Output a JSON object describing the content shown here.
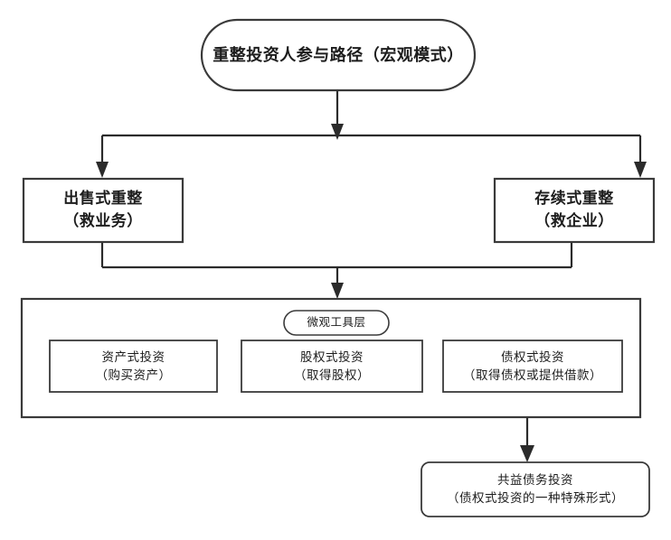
{
  "diagram": {
    "title_node": {
      "label": "重整投资人参与路径（宏观模式）",
      "shape": "rounded-pill"
    },
    "level2": [
      {
        "label": "出售式重整\n（救业务）",
        "shape": "rectangle"
      },
      {
        "label": "存续式重整\n（救企业）",
        "shape": "rectangle"
      }
    ],
    "container": {
      "tag_label": "微观工具层",
      "tools": [
        {
          "label": "资产式投资\n（购买资产）",
          "shape": "rectangle"
        },
        {
          "label": "股权式投资\n（取得股权）",
          "shape": "rectangle"
        },
        {
          "label": "债权式投资\n（取得债权或提供借款）",
          "shape": "rectangle"
        }
      ]
    },
    "bottom_node": {
      "label": "共益债务投资\n（债权式投资的一种特殊形式）",
      "shape": "rounded-rectangle"
    },
    "colors": {
      "stroke": "#3a3a3a",
      "connector": "#2b2b2b",
      "fill": "#ffffff",
      "text": "#1d1d1d"
    }
  }
}
